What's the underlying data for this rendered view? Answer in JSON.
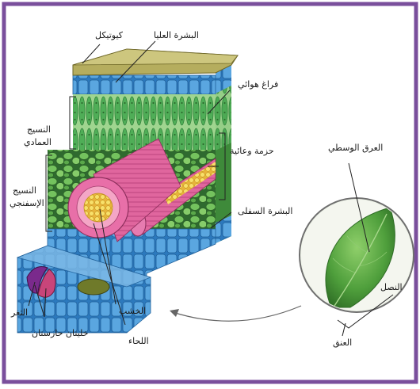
{
  "labels": {
    "cuticle": "كيوتيكل",
    "upper_epidermis": "البشرة العليا",
    "air_space": "فراغ هوائي",
    "palisade_tissue_1": "النسيج",
    "palisade_tissue_2": "العمادي",
    "vascular_bundle": "حزمة وعائية",
    "spongy_tissue_1": "النسيج",
    "spongy_tissue_2": "الإسفنجي",
    "lower_epidermis": "البشرة السفلى",
    "xylem": "الخشب",
    "phloem": "اللحاء",
    "stoma": "الثغر",
    "guard_cells": "خليتان حارستان",
    "midrib": "العرق الوسطي",
    "blade": "النصل",
    "petiole": "العنق"
  },
  "colors": {
    "border": "#7a4f9c",
    "upper_epidermis": "#4f9bd8",
    "palisade": "#66c07a",
    "spongy": "#6fbf5a",
    "vascular_pink": "#e0669e",
    "xylem_yellow": "#f3d64a",
    "leaf_green": "#4f9f3c",
    "cuticle": "#a8a04e"
  }
}
